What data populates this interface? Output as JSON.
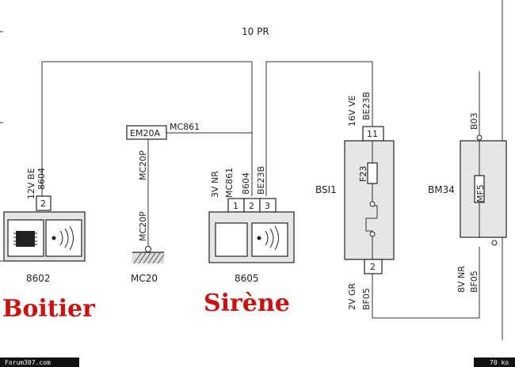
{
  "title": "10 PR",
  "wire_labels": {
    "left_12v": "12V BE",
    "left_8604": "8604",
    "mc20p": "MC20P",
    "mc20p_lower": "MC20P",
    "mc861_top": "MC861",
    "s_3v": "3V NR",
    "s_mc861": "MC861",
    "s_8604": "8604",
    "s_be23b": "BE23B",
    "bsi_16v": "16V VE",
    "bsi_be23b": "BE23B",
    "bsi_2v": "2V GR",
    "bsi_bf05": "BF05",
    "bm_b03": "B03",
    "bm_8v": "8V NR",
    "bm_bf05": "BF05"
  },
  "connectors": {
    "em20a": "EM20A",
    "pin_left_2": "2",
    "siren_pin_1": "1",
    "siren_pin_2": "2",
    "siren_pin_3": "3",
    "bsi_pin_11": "11",
    "bsi_pin_2": "2"
  },
  "components": {
    "boitier_code": "8602",
    "ground_code": "MC20",
    "sirene_code": "8605",
    "bsi_code": "BSI1",
    "bm_code": "BM34",
    "fuse_f23": "F23",
    "fuse_mf5": "MF5"
  },
  "captions": {
    "boitier": "Boitier",
    "sirene": "Sirène"
  },
  "footer": {
    "left": "Forum307.com",
    "right": "70 ko"
  },
  "colors": {
    "caption": "#cc1111",
    "line": "#333333",
    "pin_highlight": "#5b5bd6"
  }
}
